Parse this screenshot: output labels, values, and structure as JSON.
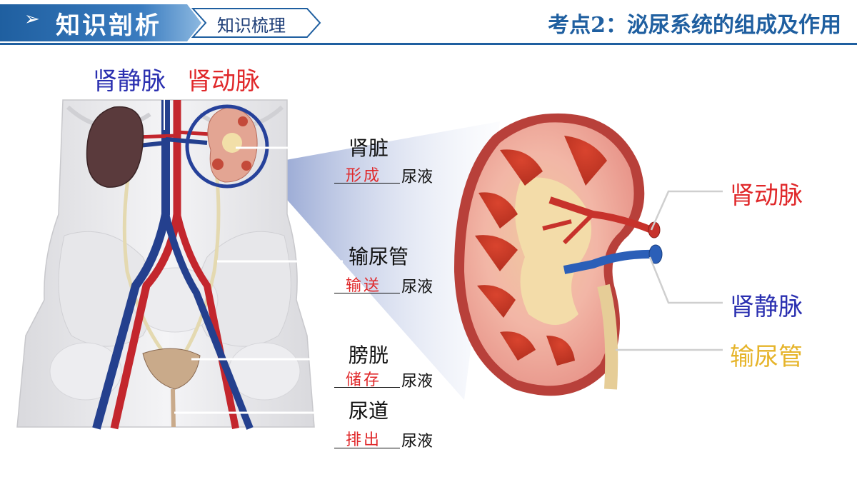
{
  "header": {
    "section_title": "知识剖析",
    "sub_title": "知识梳理",
    "topic_title": "考点2：泌尿系统的组成及作用"
  },
  "left_diagram": {
    "vein_label": "肾静脉",
    "artery_label": "肾动脉"
  },
  "organs": [
    {
      "name": "肾脏",
      "function": "形成",
      "suffix": "尿液"
    },
    {
      "name": "输尿管",
      "function": "输送",
      "suffix": "尿液"
    },
    {
      "name": "膀胱",
      "function": "储存",
      "suffix": "尿液"
    },
    {
      "name": "尿道",
      "function": "排出",
      "suffix": "尿液"
    }
  ],
  "right_diagram": {
    "artery_label": "肾动脉",
    "vein_label": "肾静脉",
    "ureter_label": "输尿管"
  },
  "colors": {
    "header_blue": "#1f5fa0",
    "artery_red": "#e0282a",
    "vein_blue": "#2a2fb0",
    "ureter_gold": "#e6b42a"
  }
}
